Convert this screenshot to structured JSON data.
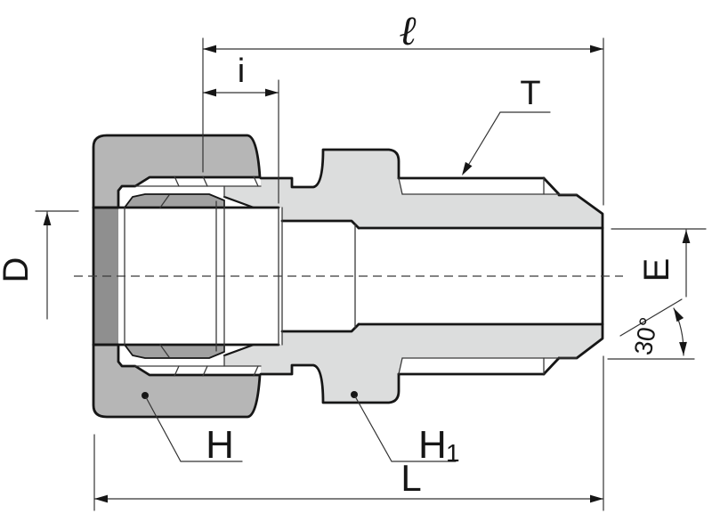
{
  "drawing": {
    "kind": "technical-drawing",
    "view": "cross-section"
  },
  "labels": {
    "thread_length": "ℓ",
    "insertion_depth": "i",
    "thread_callout": "T",
    "tube_diameter": "D",
    "end_diameter": "E",
    "chamfer_angle": "30°",
    "nut_hex": "H",
    "body_hex_main": "H",
    "body_hex_sub": "1",
    "overall_length": "L"
  },
  "colors": {
    "background": "#ffffff",
    "nut_fill": "#b6b6b6",
    "body_fill": "#dcdddd",
    "ferrule_fill": "#a1a1a1",
    "bore_face_fill": "#8f8f8f",
    "outline": "#161616",
    "inner_line": "#3a3a3a",
    "dim_line": "#333333"
  }
}
